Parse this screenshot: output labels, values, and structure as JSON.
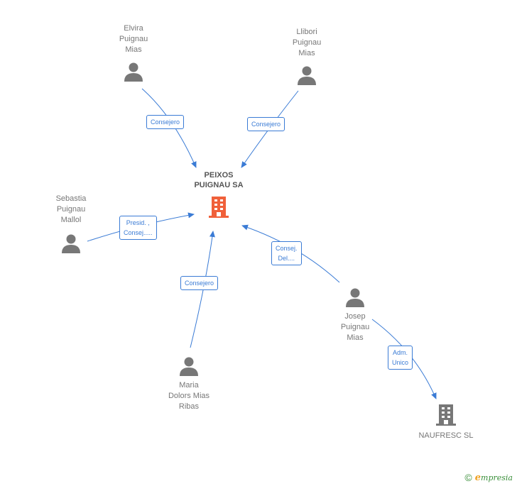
{
  "center": {
    "name": "PEIXOS\nPUIGNAU SA",
    "color": "#f0603a"
  },
  "persons": {
    "elvira": "Elvira\nPuignau\nMias",
    "llibori": "Llibori\nPuignau\nMias",
    "sebastia": "Sebastia\nPuignau\nMallol",
    "maria": "Maria\nDolors Mias\nRibas",
    "josep": "Josep\nPuignau\nMias"
  },
  "companies": {
    "naufresc": "NAUFRESC  SL"
  },
  "edges": {
    "elvira_center": "Consejero",
    "llibori_center": "Consejero",
    "sebastia_center": "Presid. ,\nConsej.....",
    "maria_center": "Consejero",
    "josep_center": "Consej.\nDel....",
    "josep_naufresc": "Adm.\nUnico"
  },
  "footer": {
    "copyright": "©",
    "brand_initial": "e",
    "brand_rest": "mpresia"
  },
  "colors": {
    "edge": "#3a7bd5",
    "icon": "#777777",
    "center_icon": "#f0603a"
  }
}
